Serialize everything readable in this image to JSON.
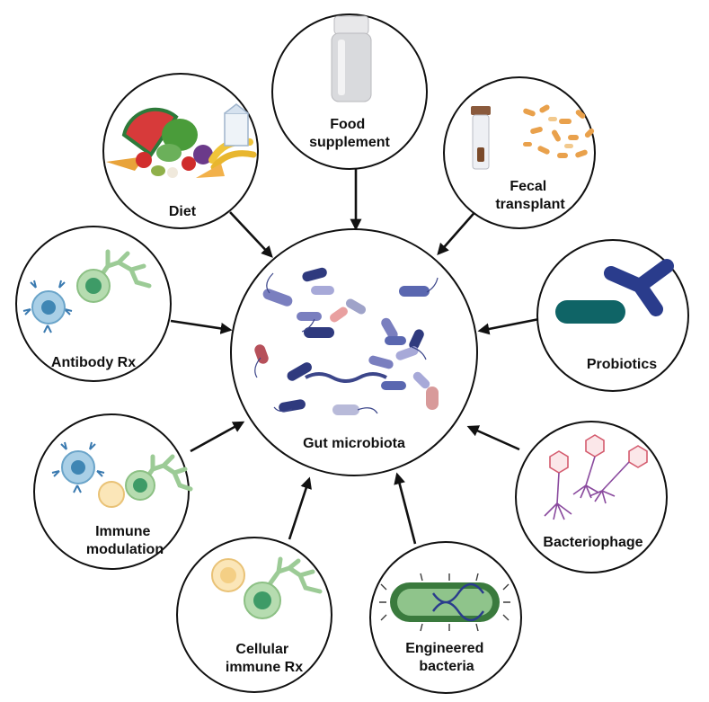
{
  "center": {
    "label": "Gut microbiota"
  },
  "nodes": [
    {
      "id": "food",
      "lines": [
        "Food",
        "supplement"
      ],
      "icon": "supplement-bottle-icon"
    },
    {
      "id": "fecal",
      "lines": [
        "Fecal",
        "transplant"
      ],
      "icon": "stool-tube-icon"
    },
    {
      "id": "probiotics",
      "lines": [
        "Probiotics"
      ],
      "icon": "probiotic-bacteria-icon"
    },
    {
      "id": "phage",
      "lines": [
        "Bacteriophage"
      ],
      "icon": "bacteriophage-icon"
    },
    {
      "id": "engineered",
      "lines": [
        "Engineered",
        "bacteria"
      ],
      "icon": "engineered-bacterium-dna-icon"
    },
    {
      "id": "cellular",
      "lines": [
        "Cellular",
        "immune Rx"
      ],
      "icon": "immune-cells-icon"
    },
    {
      "id": "immune",
      "lines": [
        "Immune",
        "modulation"
      ],
      "icon": "immune-cells-antibody-icon"
    },
    {
      "id": "antibody",
      "lines": [
        "Antibody Rx"
      ],
      "icon": "antibody-cell-icon"
    },
    {
      "id": "diet",
      "lines": [
        "Diet"
      ],
      "icon": "fruits-vegetables-icon"
    }
  ],
  "colors": {
    "stroke": "#111111",
    "background": "#ffffff"
  }
}
